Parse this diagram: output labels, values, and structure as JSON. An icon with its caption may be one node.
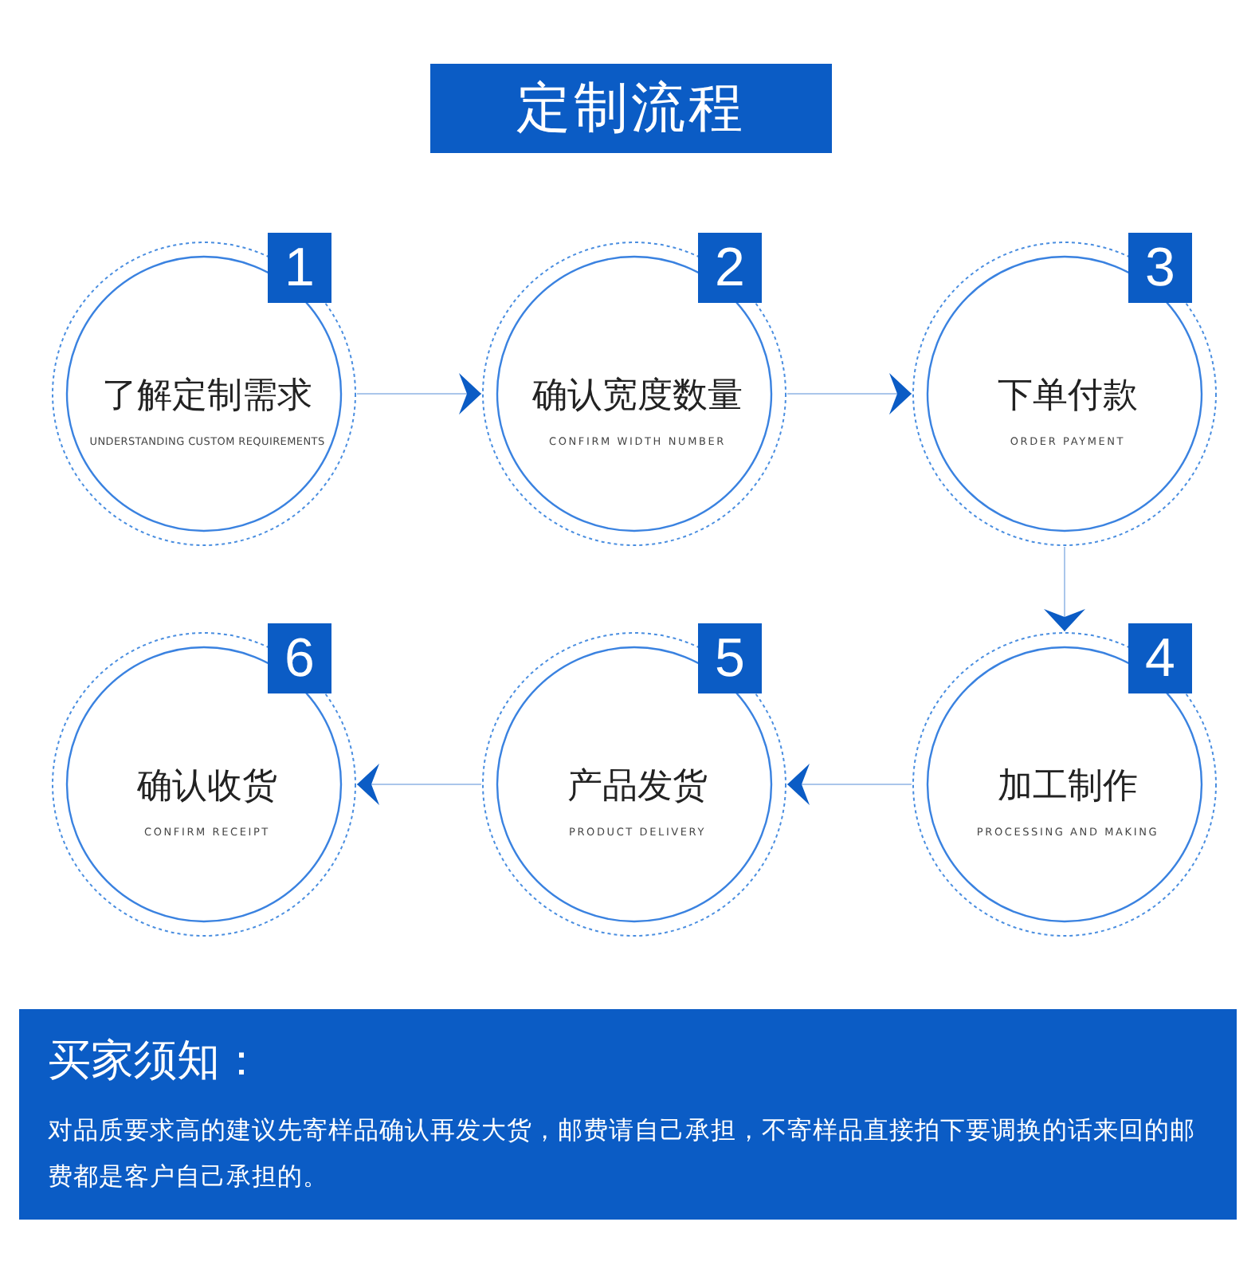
{
  "diagram": {
    "title": "定制流程",
    "nodes": [
      {
        "text": [
          "1",
          "了解定制需求",
          "UNDERSTANDING CUSTOM REQUIREMENTS"
        ]
      },
      {
        "text": [
          "2",
          "确认宽度数量",
          "CONFIRM WIDTH NUMBER"
        ]
      },
      {
        "text": [
          "3",
          "下单付款",
          "ORDER PAYMENT"
        ]
      },
      {
        "text": [
          "4",
          "加工制作",
          "PROCESSING AND MAKING"
        ]
      },
      {
        "text": [
          "5",
          "产品发货",
          "PRODUCT DELIVERY"
        ]
      },
      {
        "text": [
          "6",
          "确认收货",
          "CONFIRM RECEIPT"
        ]
      },
      {
        "text": [
          "买家须知：",
          "对品质要求高的建议先寄样品确认再发大货，邮费请自己承担，不寄样品直接拍下要调换的话来回的邮费都是客户自己承担的。"
        ]
      }
    ],
    "edges": [
      {
        "from": 0,
        "to": 1,
        "arrow": "to"
      },
      {
        "from": 1,
        "to": 2,
        "arrow": "to"
      },
      {
        "from": 2,
        "to": 3,
        "arrow": "to"
      },
      {
        "from": 3,
        "to": 4,
        "arrow": "to"
      },
      {
        "from": 4,
        "to": 5,
        "arrow": "to"
      }
    ]
  }
}
